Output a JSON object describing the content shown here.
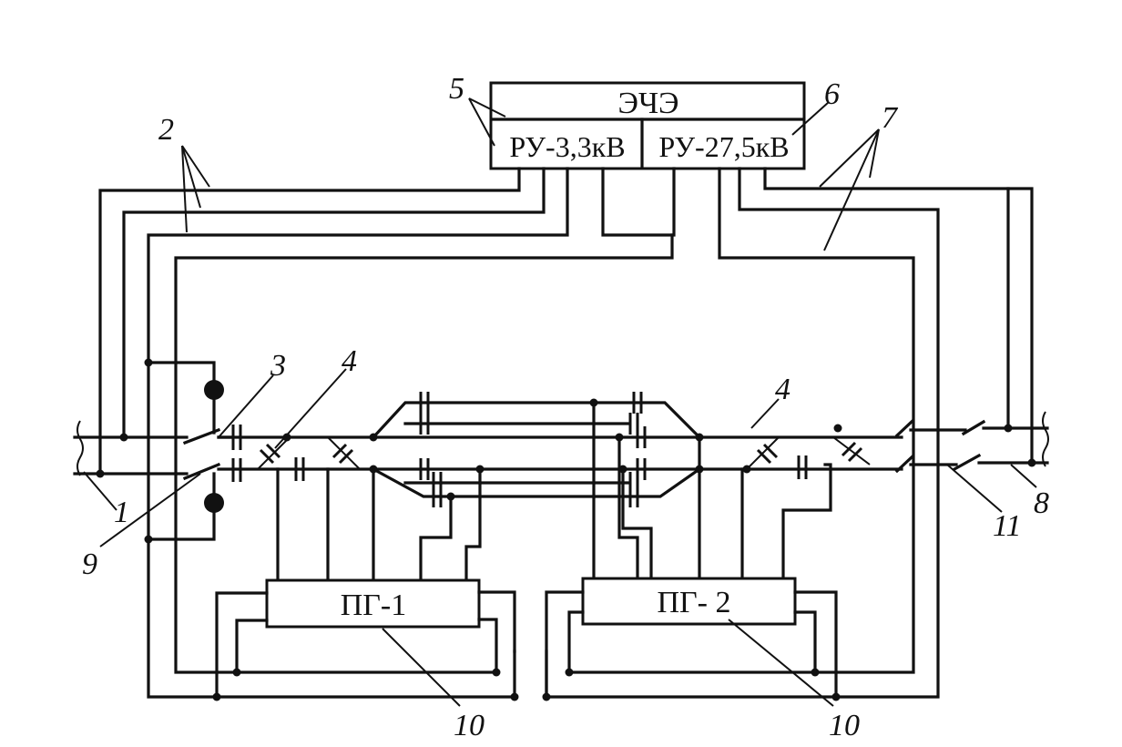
{
  "blocks": {
    "ece": "ЭЧЭ",
    "ru_3kv": "РУ-3,3кВ",
    "ru_27kv": "РУ-27,5кВ",
    "pg1": "ПГ-1",
    "pg2": "ПГ- 2"
  },
  "callouts": {
    "n1": "1",
    "n2": "2",
    "n3": "3",
    "n4a": "4",
    "n4b": "4",
    "n5": "5",
    "n6": "6",
    "n7": "7",
    "n8": "8",
    "n9": "9",
    "n10a": "10",
    "n10b": "10",
    "n11": "11"
  }
}
